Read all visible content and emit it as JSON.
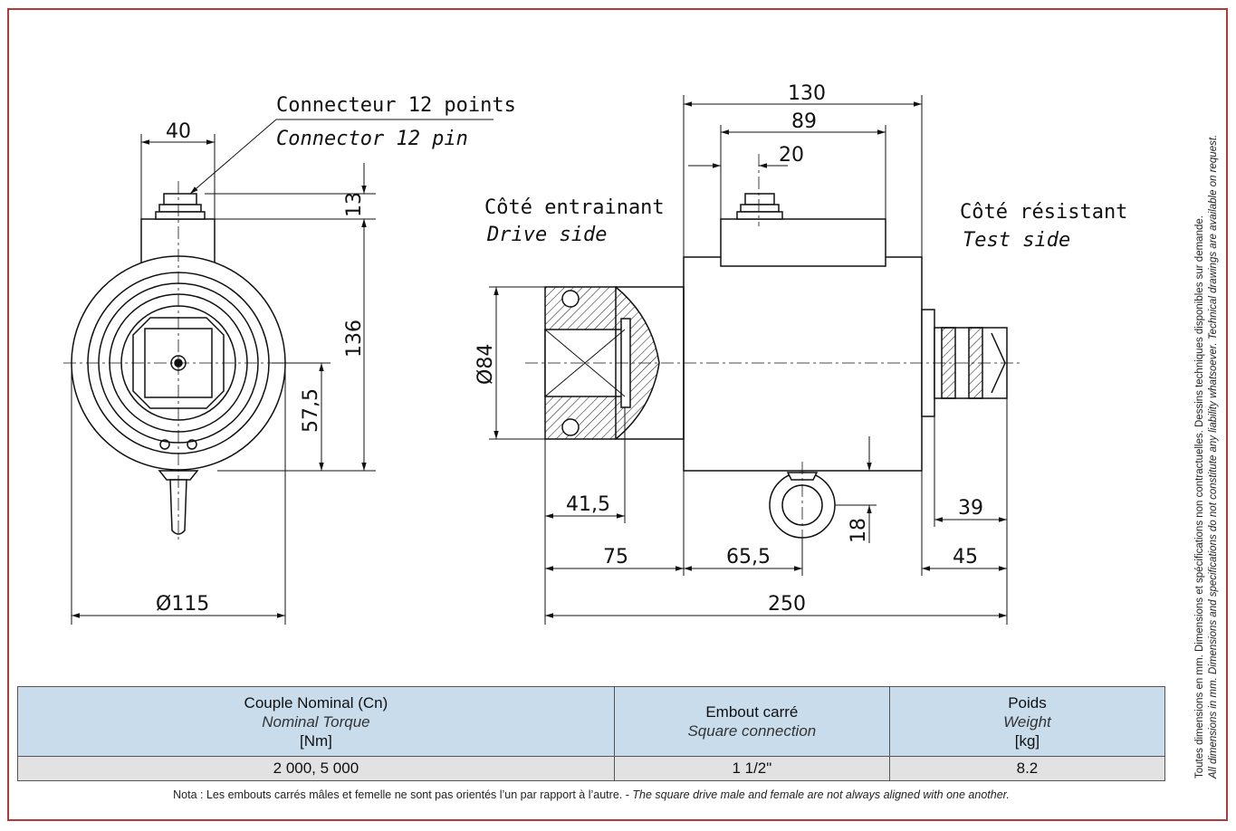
{
  "labels": {
    "connector_fr": "Connecteur 12 points",
    "connector_en": "Connector 12 pin",
    "drive_fr": "Côté entrainant",
    "drive_en": "Drive side",
    "test_fr": "Côté résistant",
    "test_en": "Test side"
  },
  "dimensions": {
    "d40": "40",
    "d13": "13",
    "d136": "136",
    "d57_5": "57,5",
    "d115": "Ø115",
    "d130": "130",
    "d89": "89",
    "d20": "20",
    "d84": "Ø84",
    "d41_5": "41,5",
    "d75": "75",
    "d65_5": "65,5",
    "d18": "18",
    "d39": "39",
    "d45": "45",
    "d250": "250"
  },
  "table": {
    "headers": [
      {
        "fr": "Couple Nominal (Cn)",
        "en": "Nominal Torque",
        "unit": "[Nm]"
      },
      {
        "fr": "Embout carré",
        "en": "Square connection",
        "unit": ""
      },
      {
        "fr": "Poids",
        "en": "Weight",
        "unit": "[kg]"
      }
    ],
    "row": [
      "2 000, 5 000",
      "1 1/2\"",
      "8.2"
    ]
  },
  "note": {
    "fr": "Nota : Les embouts carrés mâles et femelle ne sont pas orientés l’un par rapport à l’autre. -",
    "en": "The square drive male and female are not always aligned with one another."
  },
  "side_text": {
    "fr": "Toutes dimensions en mm. Dimensions et spécifications non contractuelles. Dessins techniques disponibles sur demande.",
    "en": "All dimensions in mm. Dimensions and specifications do not constitute any liability whatsoever. Technical drawings are available on request."
  },
  "colors": {
    "frame": "#b23a3a",
    "table_header": "#c9dcec",
    "table_row": "#e2e2e2"
  }
}
